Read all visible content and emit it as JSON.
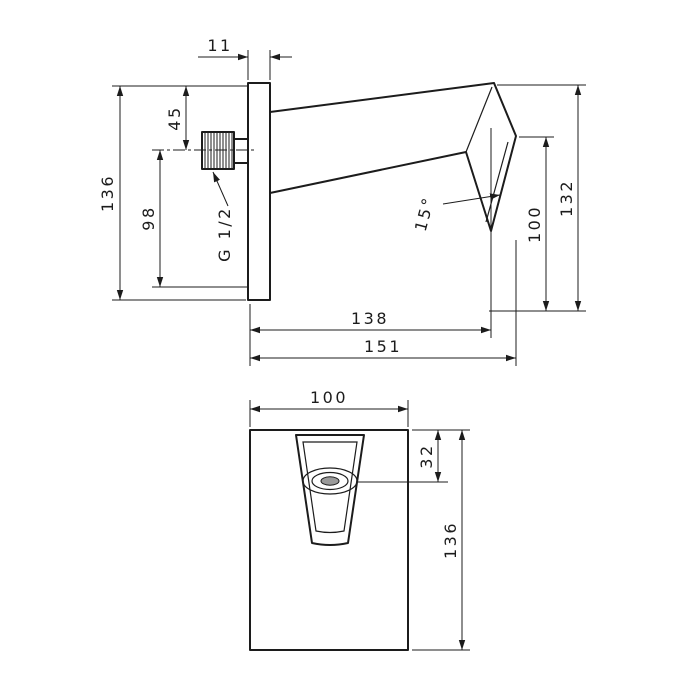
{
  "page": {
    "background_color": "#ffffff",
    "line_color": "#1c1c1c"
  },
  "views": {
    "side": {
      "dims": {
        "plate_thickness": "11",
        "top_to_connector_axis": "45",
        "connector_axis_to_bottom": "98",
        "plate_height": "136",
        "thread_size": "G 1/2",
        "outlet_angle": "15°",
        "outlet_height": "100",
        "overall_height": "132",
        "projection_to_outlet": "138",
        "overall_projection": "151"
      }
    },
    "front": {
      "dims": {
        "plate_width": "100",
        "top_to_outlet_center": "32",
        "plate_height": "136"
      }
    }
  }
}
